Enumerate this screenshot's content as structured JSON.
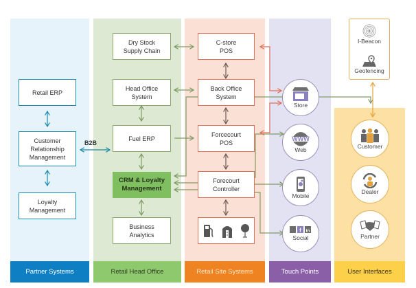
{
  "columns": [
    {
      "name": "Partner Systems",
      "color": "#0f7fc3",
      "bg": "#e6f3fb",
      "text_color": "#ffffff"
    },
    {
      "name": "Retail Head Office",
      "color": "#8fc96d",
      "bg": "#dde9d3",
      "text_color": "#2f3b25"
    },
    {
      "name": "Retail Site Systems",
      "color": "#ef8221",
      "bg": "#fbe0d6",
      "text_color": "#fbe8c8"
    },
    {
      "name": "Touch Points",
      "color": "#8a5fa8",
      "bg": "#e3e2f3",
      "text_color": "#ffffff"
    },
    {
      "name": "User Interfaces",
      "color": "#fdd04a",
      "bg": "#fde0a3",
      "text_color": "#3a3220"
    }
  ],
  "partner": {
    "retail_erp": "Retail ERP",
    "crm": "Customer\nRelationship\nManagement",
    "loyalty": "Loyalty\nManagement"
  },
  "b2b_label": "B2B",
  "head_office": {
    "dry_stock": "Dry Stock\nSupply Chain",
    "head_office_system": "Head Office\nSystem",
    "fuel_erp": "Fuel ERP",
    "crm_loyalty": "CRM & Loyalty\nManagement",
    "business_analytics": "Business\nAnalytics"
  },
  "site": {
    "cstore_pos": "C-store\nPOS",
    "back_office": "Back Office\nSystem",
    "forecourt_pos": "Forcecourt\nPOS",
    "forecourt_controller": "Forecourt\nController",
    "devices": [
      "fuel-pump-icon",
      "car-wash-icon",
      "price-sign-icon"
    ]
  },
  "touch_points": [
    {
      "label": "Store",
      "icon": "store-icon"
    },
    {
      "label": "Web",
      "icon": "www-icon"
    },
    {
      "label": "Mobile",
      "icon": "mobile-icon"
    },
    {
      "label": "Social",
      "icon": "social-icon"
    }
  ],
  "user_interfaces": {
    "beacon_label": "I-Beacon",
    "geofencing_label": "Geofencing",
    "users": [
      {
        "label": "Customer",
        "icon": "customer-group-icon"
      },
      {
        "label": "Dealer",
        "icon": "dealer-icon"
      },
      {
        "label": "Partner",
        "icon": "handshake-icon"
      }
    ]
  }
}
